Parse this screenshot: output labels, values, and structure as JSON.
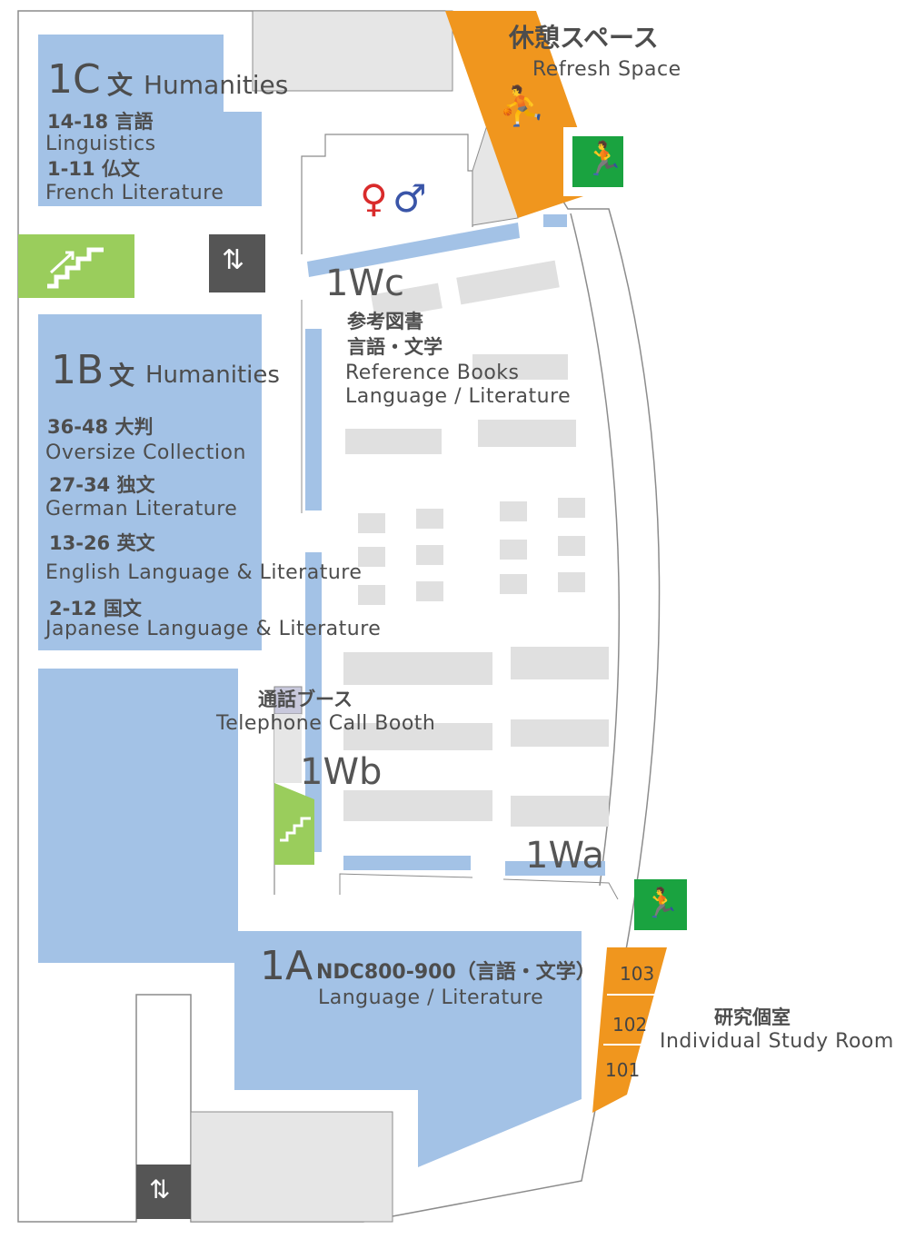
{
  "zones": {
    "c1": {
      "code": "1C",
      "kanji": "文",
      "label": "Humanities",
      "sections": [
        {
          "range": "14-18 言語",
          "name": "Linguistics"
        },
        {
          "range": "1-11 仏文",
          "name": "French Literature"
        }
      ]
    },
    "b1": {
      "code": "1B",
      "kanji": "文",
      "label": "Humanities",
      "sections": [
        {
          "range": "36-48 大判",
          "name": "Oversize Collection"
        },
        {
          "range": "27-34 独文",
          "name": "German Literature"
        },
        {
          "range": "13-26 英文",
          "name": "English Language & Literature"
        },
        {
          "range": "2-12 国文",
          "name": "Japanese Language & Literature"
        }
      ]
    },
    "a1": {
      "code": "1A",
      "ndc": "NDC800-900（言語・文学）",
      "label": "Language / Literature"
    }
  },
  "seating": {
    "wc": {
      "code": "1Wc",
      "jp_line1": "参考図書",
      "jp_line2": "言語・文学",
      "en_line1": "Reference Books",
      "en_line2": "Language / Literature"
    },
    "wb": {
      "code": "1Wb"
    },
    "wa": {
      "code": "1Wa"
    }
  },
  "refresh": {
    "jp": "休憩スペース",
    "en": "Refresh Space"
  },
  "phone_booth": {
    "jp": "通話ブース",
    "en": "Telephone Call Booth"
  },
  "study_rooms": {
    "jp": "研究個室",
    "en": "Individual Study Room",
    "rooms": [
      "103",
      "102",
      "101"
    ]
  },
  "icons": [
    "stairs-icon",
    "elevator-icon",
    "restroom-icon",
    "emergency-exit-icon",
    "lounge-seating-icon"
  ],
  "colors": {
    "shelf_blue": "#a3c2e6",
    "orange": "#f0961e",
    "green": "#9acd5c",
    "exit_green": "#1aa340",
    "gray": "#e6e6e6"
  }
}
